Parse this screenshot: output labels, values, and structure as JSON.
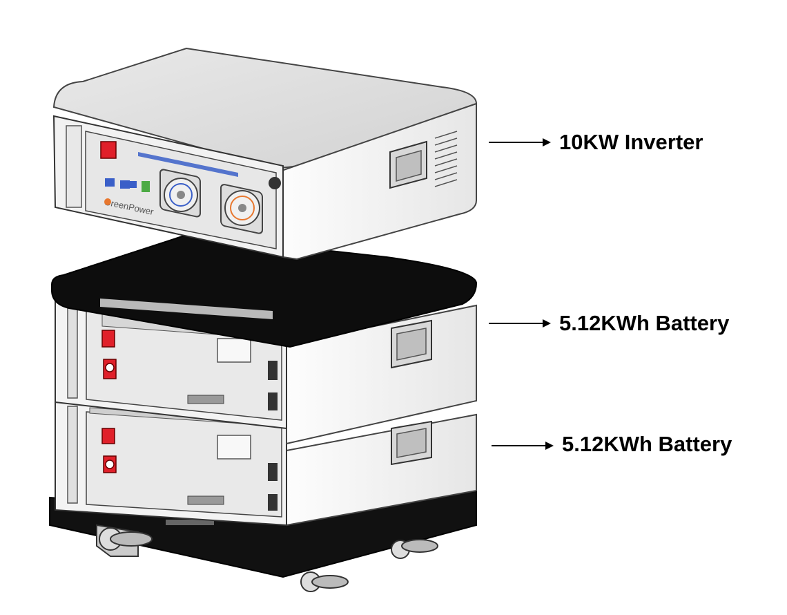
{
  "brand": {
    "logo_text": "GreenPower",
    "logo_color": "#e8772e"
  },
  "labels": {
    "inverter": "10KW Inverter",
    "battery_top": "5.12KWh Battery",
    "battery_bottom": "5.12KWh Battery"
  },
  "colors": {
    "terminal_red": "#e0202a",
    "port_blue": "#3a5fc8",
    "port_green": "#4caa44",
    "base_black": "#111111"
  }
}
